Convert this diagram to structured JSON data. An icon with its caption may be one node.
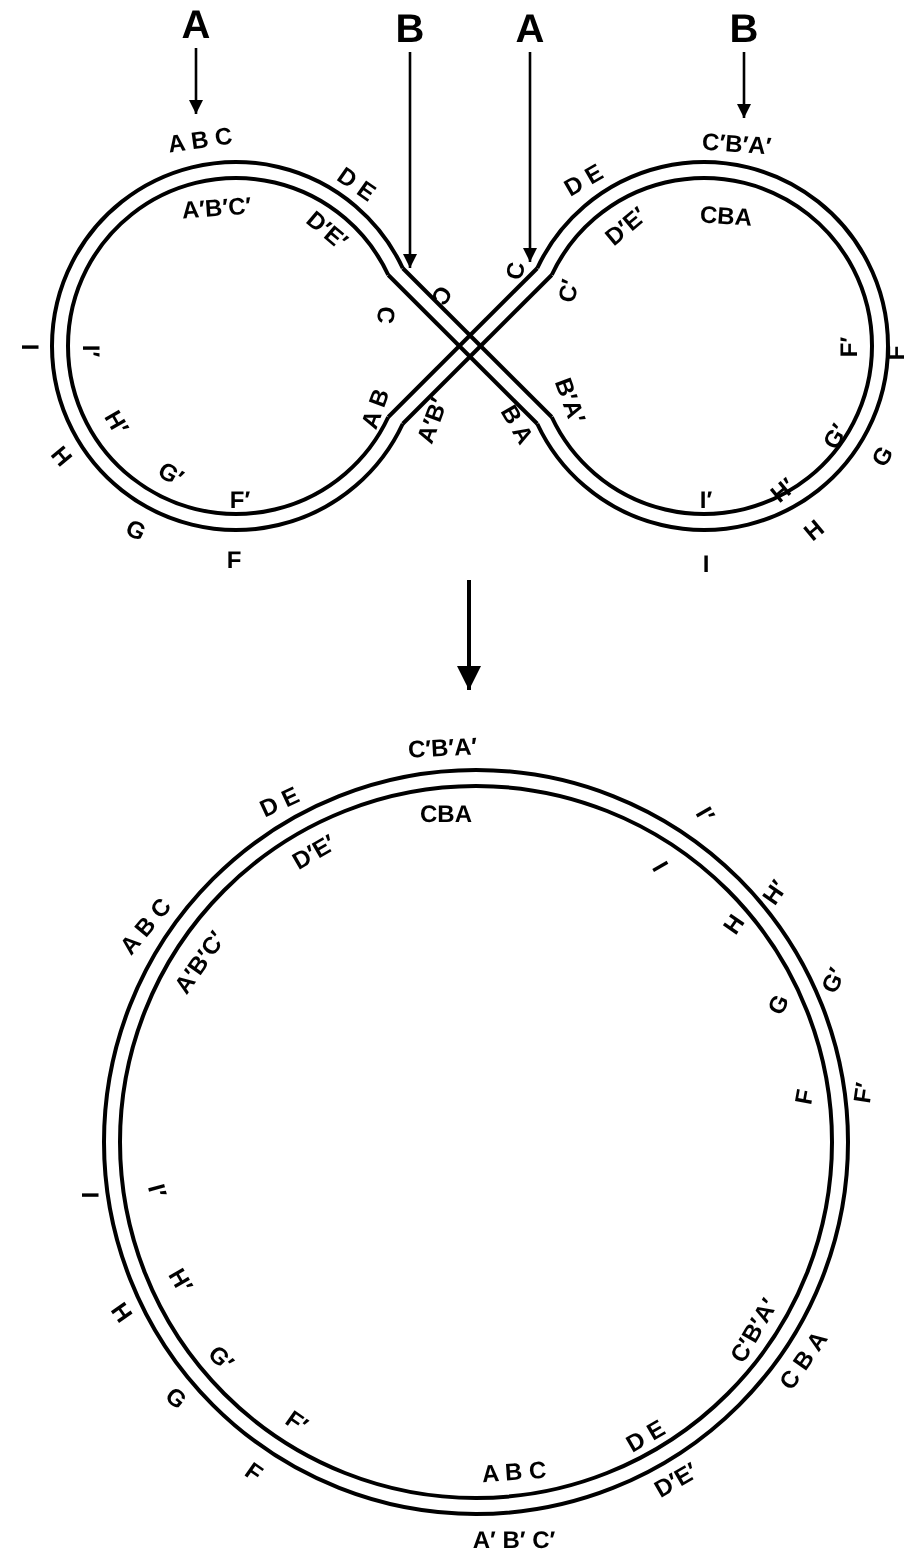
{
  "diagram": {
    "nodes": [
      {
        "text": [
          "A"
        ]
      },
      {
        "text": [
          "B"
        ]
      },
      {
        "text": [
          "A"
        ]
      },
      {
        "text": [
          "B"
        ]
      },
      {
        "text": [],
        "shape": "picture"
      },
      {
        "text": [],
        "shape": "circle"
      }
    ],
    "edges": [
      {
        "from": 0,
        "to": 4,
        "arrow": "to"
      },
      {
        "from": 1,
        "to": 4,
        "arrow": "to"
      },
      {
        "from": 2,
        "to": 4,
        "arrow": "to"
      },
      {
        "from": 3,
        "to": 4,
        "arrow": "to"
      },
      {
        "from": 4,
        "to": 5,
        "arrow": "to"
      }
    ],
    "labels": [
      "A B C",
      "C′B′A′",
      "D E",
      "D E",
      "A′B′C′",
      "CBA",
      "D′E′",
      "D′E′",
      "C",
      "C",
      "C",
      "C′",
      "I",
      "I′",
      "F′",
      "F",
      "A B",
      "A′B′",
      "B A",
      "B′A′",
      "H",
      "H′",
      "G′",
      "G′",
      "G",
      "G",
      "F′",
      "I′",
      "H′",
      "H",
      "F",
      "I",
      "C′B′A′",
      "D E",
      "CBA",
      "I′",
      "D′E′",
      "I",
      "H′",
      "H",
      "A B C",
      "A′B′C′",
      "G′",
      "G",
      "F",
      "F′",
      "I",
      "I′",
      "H′",
      "H",
      "C′B′A′",
      "G′",
      "C B A",
      "G",
      "F′",
      "D E",
      "F",
      "A B C",
      "D′E′",
      "A′ B′ C′"
    ]
  }
}
